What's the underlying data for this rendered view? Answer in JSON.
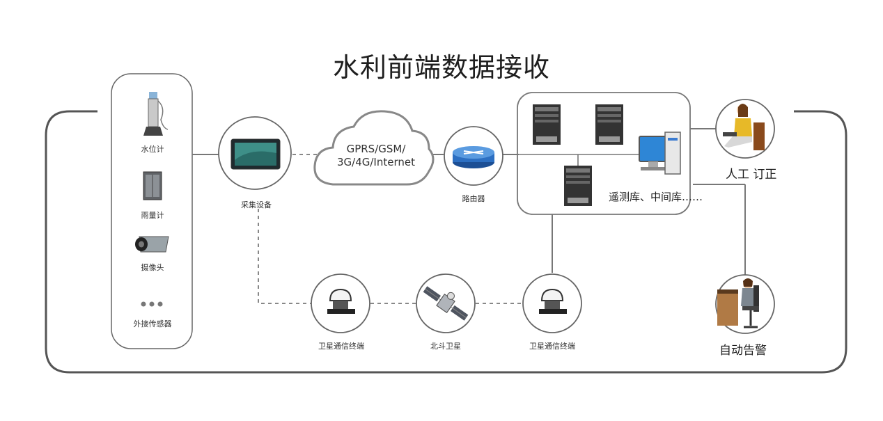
{
  "title": "水利前端数据接收",
  "sensors": {
    "water_level": "水位计",
    "rain_gauge": "雨量计",
    "camera": "摄像头",
    "ellipsis": "···",
    "external": "外接传感器"
  },
  "collector_label": "采集设备",
  "cloud": {
    "line1": "GPRS/GSM/",
    "line2": "3G/4G/Internet"
  },
  "router_label": "路由器",
  "database_label": "遥测库、中间库……",
  "manual_label": "人工 订正",
  "alarm_label": "自动告警",
  "sat_terminal_left": "卫星通信终端",
  "beidou_label": "北斗卫星",
  "sat_terminal_right": "卫星通信终端"
}
